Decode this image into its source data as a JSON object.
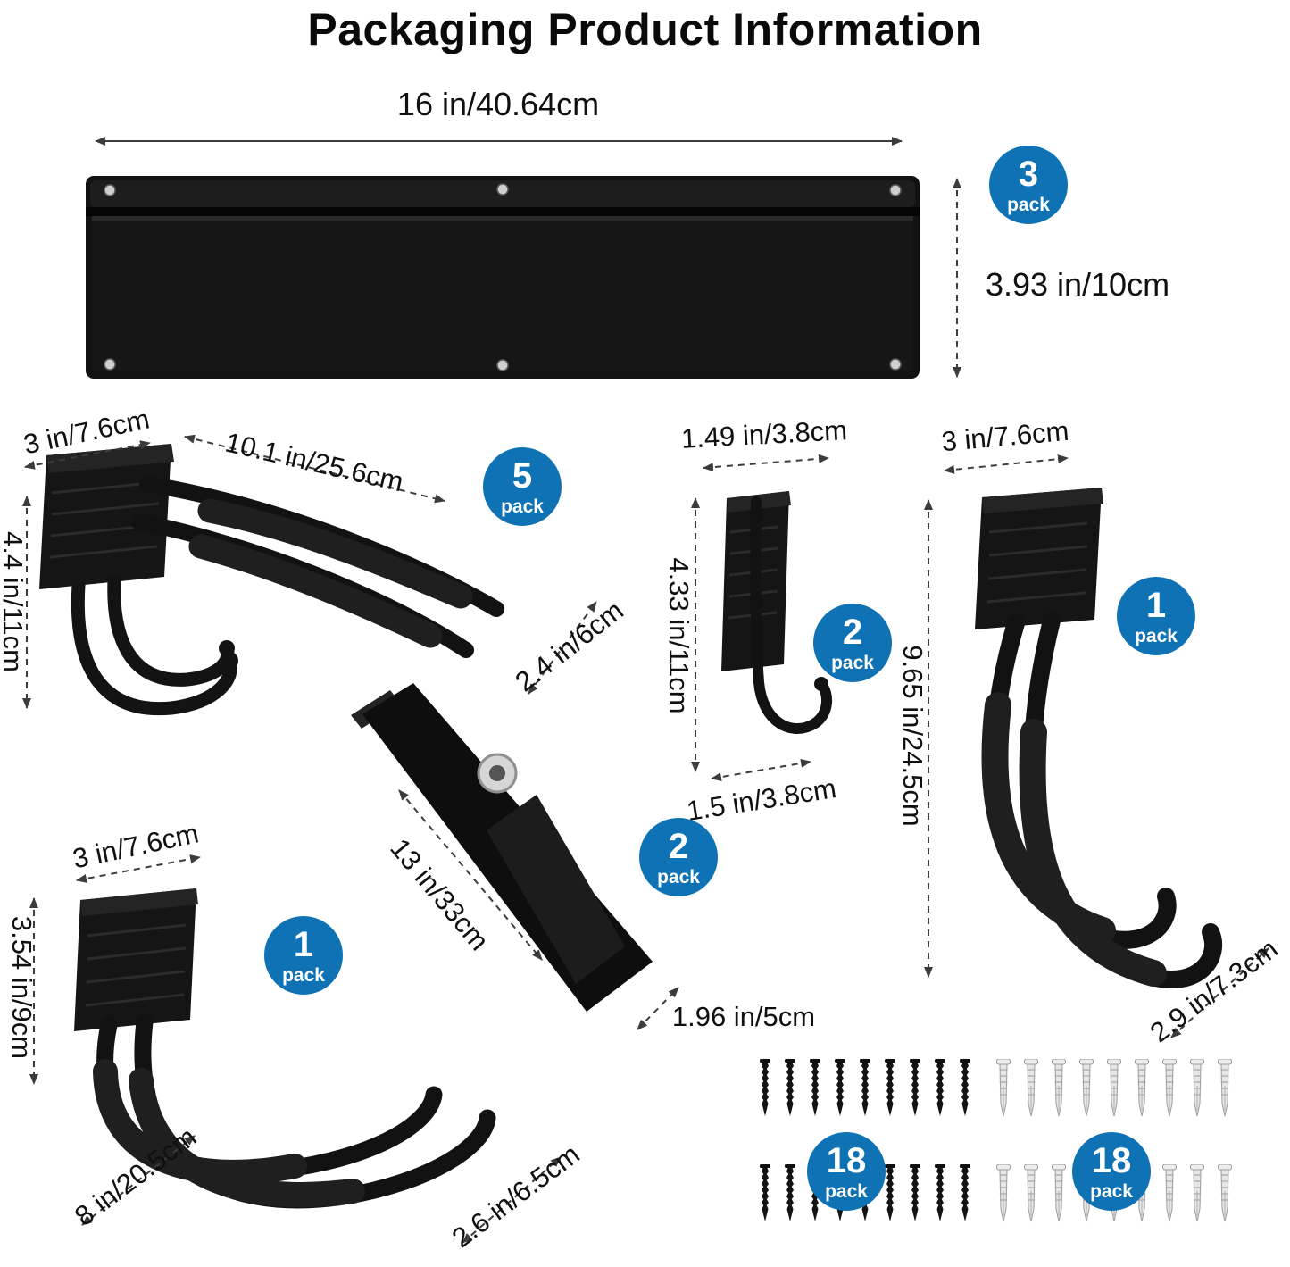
{
  "title": "Packaging Product Information",
  "colors": {
    "accent": "#0f72b5"
  },
  "rail": {
    "width": "16 in/40.64cm",
    "height": "3.93 in/10cm",
    "pack_count": "3",
    "pack_word": "pack"
  },
  "tool_hook": {
    "plate_width": "3 in/7.6cm",
    "length": "10.1 in/25.6cm",
    "height": "4.4 in/11cm",
    "depth": "2.4 in/6cm",
    "pack_count": "5",
    "pack_word": "pack"
  },
  "j_hook": {
    "plate_width": "1.49 in/3.8cm",
    "height": "4.33 in/11cm",
    "depth": "1.5 in/3.8cm",
    "pack_count": "2",
    "pack_word": "pack"
  },
  "large_hook": {
    "plate_width": "3 in/7.6cm",
    "height": "9.65 in/24.5cm",
    "depth": "2.9 in/7.3cm",
    "pack_count": "1",
    "pack_word": "pack"
  },
  "strap": {
    "length": "13 in/33cm",
    "width": "1.96 in/5cm",
    "pack_count": "2",
    "pack_word": "pack"
  },
  "small_hook": {
    "plate_width": "3 in/7.6cm",
    "height": "3.54 in/9cm",
    "length": "8 in/20.5cm",
    "depth": "2.6 in/6.5cm",
    "pack_count": "1",
    "pack_word": "pack"
  },
  "screws": {
    "pack_count": "18",
    "pack_word": "pack"
  },
  "anchors": {
    "pack_count": "18",
    "pack_word": "pack"
  }
}
